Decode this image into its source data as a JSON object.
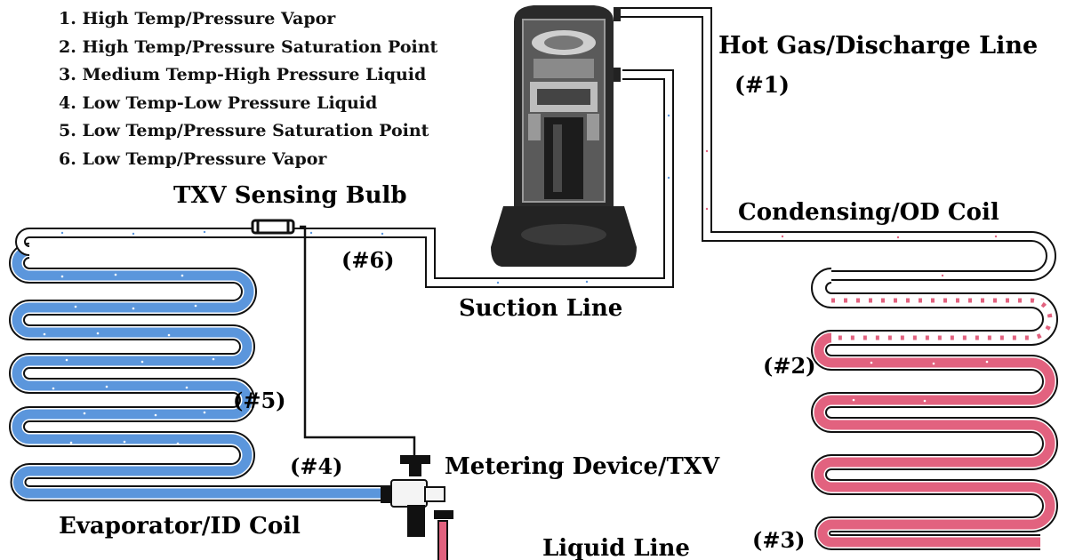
{
  "legend": [
    "1. High Temp/Pressure Vapor",
    "2. High Temp/Pressure Saturation Point",
    "3. Medium Temp-High Pressure Liquid",
    "4. Low Temp-Low Pressure Liquid",
    "5. Low Temp/Pressure Saturation Point",
    "6. Low Temp/Pressure Vapor"
  ],
  "labels": {
    "hot_gas_line": "Hot Gas/Discharge Line",
    "condensing_coil": "Condensing/OD Coil",
    "txv_sensing_bulb": "TXV Sensing Bulb",
    "suction_line": "Suction Line",
    "metering_device": "Metering Device/TXV",
    "evaporator_coil": "Evaporator/ID Coil",
    "liquid_line": "Liquid Line"
  },
  "points": {
    "p1": "(#1)",
    "p2": "(#2)",
    "p3": "(#3)",
    "p4": "(#4)",
    "p5": "(#5)",
    "p6": "(#6)"
  },
  "colors": {
    "evaporator_liquid": "#5b96dc",
    "condenser_liquid": "#e2627f",
    "pipe_outline": "#111111",
    "compressor_body": "#2a2a2a"
  }
}
